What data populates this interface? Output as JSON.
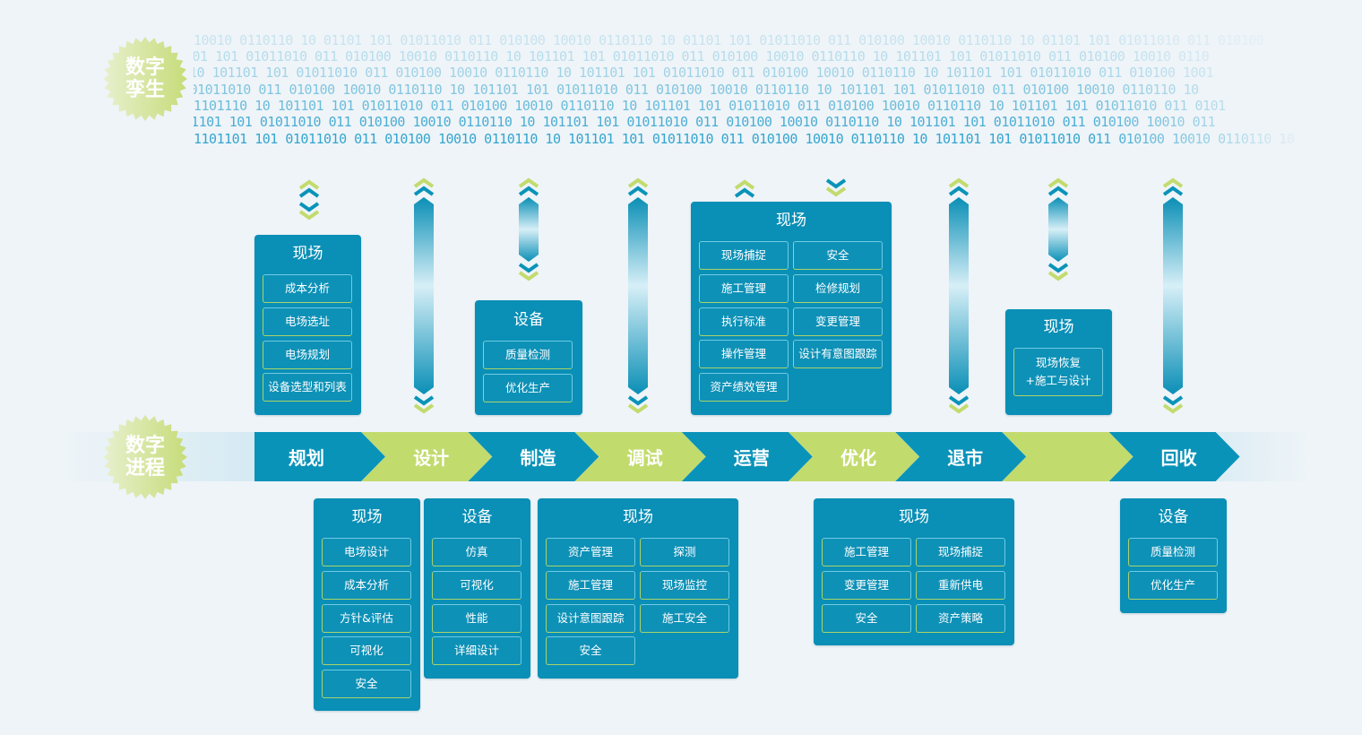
{
  "colors": {
    "blue": "#0a93b9",
    "green": "#c2db6d",
    "background": "#eef4f8"
  },
  "binary_rows": [
    "10010 0110110 10 01101 101 01011010 011 010100 10010 0110110 10 01101 101 01011010 011 010100 10010 0110110 10 01101 101 01011010 011 010100",
    "101 101 01011010 011 010100 10010 0110110 10 101101 101 01011010 011 010100 10010 0110110 10 101101 101 01011010 011 010100 10010 0110",
    "10 101101 101 01011010 011 010100 10010 0110110 10 101101 101 01011010 011 010100 10010 0110110 10 101101 101 01011010 011 010100 1001",
    "01 01011010 011 010100 10010 0110110 10 101101 101 01011010 011 010100 10010 0110110 10 101101 101 01011010 011 010100 10010 0110110 10",
    "1101110 10 101101 101 01011010 011 010100 10010 0110110 10 101101 101 01011010 011 010100 10010 0110110 10 101101 101 01011010 011 0101",
    "101101 101 01011010 011 010100 10010 0110110 10 101101 101 01011010 011 010100 10010 0110110 10 101101 101 01011010 011 010100 10010 011",
    "1101101 101 01011010 011 010100 10010 0110110 10 101101 101 01011010 011 010100 10010 0110110 10 101101 101 01011010 011 010100 10010 0110110 10"
  ],
  "badges": {
    "twin": [
      "数字",
      "孪生"
    ],
    "process": [
      "数字",
      "进程"
    ]
  },
  "stages": [
    "规划",
    "设计",
    "制造",
    "调试",
    "运营",
    "优化",
    "退市",
    "",
    "回收"
  ],
  "top_panels": [
    {
      "title": "现场",
      "items": [
        "成本分析",
        "电场选址",
        "电场规划",
        "设备选型和列表"
      ]
    },
    {
      "title": "设备",
      "items": [
        "质量检测",
        "优化生产"
      ]
    },
    {
      "title": "现场",
      "items": [
        "现场捕捉",
        "安全",
        "施工管理",
        "检修规划",
        "执行标准",
        "变更管理",
        "操作管理",
        "设计有意图跟踪",
        "资产绩效管理"
      ]
    },
    {
      "title": "现场",
      "items": [
        "现场恢复\n+施工与设计"
      ]
    }
  ],
  "bottom_panels": [
    {
      "title": "现场",
      "items": [
        "电场设计",
        "成本分析",
        "方针&评估",
        "可视化",
        "安全"
      ]
    },
    {
      "title": "设备",
      "items": [
        "仿真",
        "可视化",
        "性能",
        "详细设计"
      ]
    },
    {
      "title": "现场",
      "items": [
        "资产管理",
        "探测",
        "施工管理",
        "现场监控",
        "设计意图跟踪",
        "施工安全",
        "安全"
      ]
    },
    {
      "title": "现场",
      "items": [
        "施工管理",
        "现场捕捉",
        "变更管理",
        "重新供电",
        "安全",
        "资产策略"
      ]
    },
    {
      "title": "设备",
      "items": [
        "质量检测",
        "优化生产"
      ]
    }
  ]
}
